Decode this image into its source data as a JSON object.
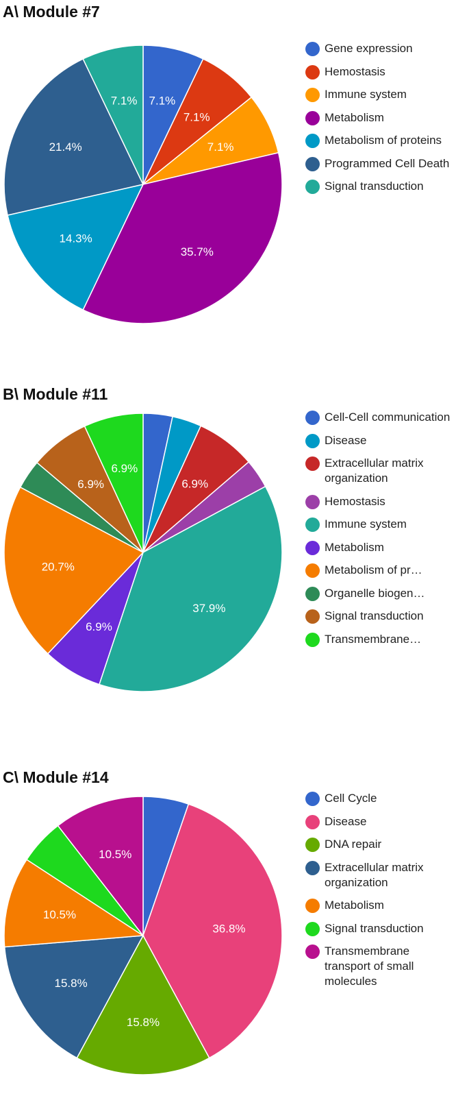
{
  "chart_data": [
    {
      "type": "pie",
      "title": "A\\ Module #7",
      "legend_position": "right",
      "categories": [
        "Gene expression",
        "Hemostasis",
        "Immune system",
        "Metabolism",
        "Metabolism of proteins",
        "Programmed Cell Death",
        "Signal transduction"
      ],
      "values": [
        7.1,
        7.1,
        7.1,
        35.7,
        14.3,
        21.4,
        7.1
      ],
      "labels": [
        "7.1%",
        "7.1%",
        "7.1%",
        "35.7%",
        "14.3%",
        "21.4%",
        "7.1%"
      ],
      "colors": [
        "#3366cc",
        "#dc3912",
        "#ff9900",
        "#990099",
        "#0099c6",
        "#2e5f8f",
        "#22aa99"
      ]
    },
    {
      "type": "pie",
      "title": "B\\ Module #11",
      "legend_position": "right",
      "categories": [
        "Cell-Cell communication",
        "Disease",
        "Extracellular matrix organization",
        "Hemostasis",
        "Immune system",
        "Metabolism",
        "Metabolism of pr…",
        "Organelle biogen…",
        "Signal transduction",
        "Transmembrane…"
      ],
      "values": [
        3.4,
        3.4,
        6.9,
        3.4,
        37.9,
        6.9,
        20.7,
        3.4,
        6.9,
        6.9
      ],
      "labels": [
        "",
        "",
        "6.9%",
        "",
        "37.9%",
        "6.9%",
        "20.7%",
        "",
        "6.9%",
        "6.9%"
      ],
      "colors": [
        "#3366cc",
        "#0099c6",
        "#c62828",
        "#9c3fa8",
        "#22aa99",
        "#6a2bd9",
        "#f57c00",
        "#2e8b57",
        "#b8621b",
        "#1ed91e"
      ]
    },
    {
      "type": "pie",
      "title": "C\\ Module #14",
      "legend_position": "right",
      "categories": [
        "Cell Cycle",
        "Disease",
        "DNA repair",
        "Extracellular matrix organization",
        "Metabolism",
        "Signal transduction",
        "Transmembrane transport of small molecules"
      ],
      "values": [
        5.3,
        36.8,
        15.8,
        15.8,
        10.5,
        5.3,
        10.5
      ],
      "labels": [
        "",
        "36.8%",
        "15.8%",
        "15.8%",
        "10.5%",
        "",
        "10.5%"
      ],
      "colors": [
        "#3366cc",
        "#e8417a",
        "#66aa00",
        "#2e5f8f",
        "#f57c00",
        "#1ed91e",
        "#b8108e"
      ]
    }
  ],
  "panels": [
    {
      "title": "A\\ Module #7",
      "legend": [
        "Gene expression",
        "Hemostasis",
        "Immune system",
        "Metabolism",
        "Metabolism of proteins",
        "Programmed Cell Death",
        "Signal transduction"
      ]
    },
    {
      "title": "B\\ Module #11",
      "legend": [
        "Cell-Cell communication",
        "Disease",
        "Extracellular matrix organization",
        "Hemostasis",
        "Immune system",
        "Metabolism",
        "Metabolism of pr…",
        "Organelle biogen…",
        "Signal transduction",
        "Transmembrane…"
      ]
    },
    {
      "title": "C\\ Module #14",
      "legend": [
        "Cell Cycle",
        "Disease",
        "DNA repair",
        "Extracellular matrix organization",
        "Metabolism",
        "Signal transduction",
        "Transmembrane transport of small molecules"
      ]
    }
  ]
}
